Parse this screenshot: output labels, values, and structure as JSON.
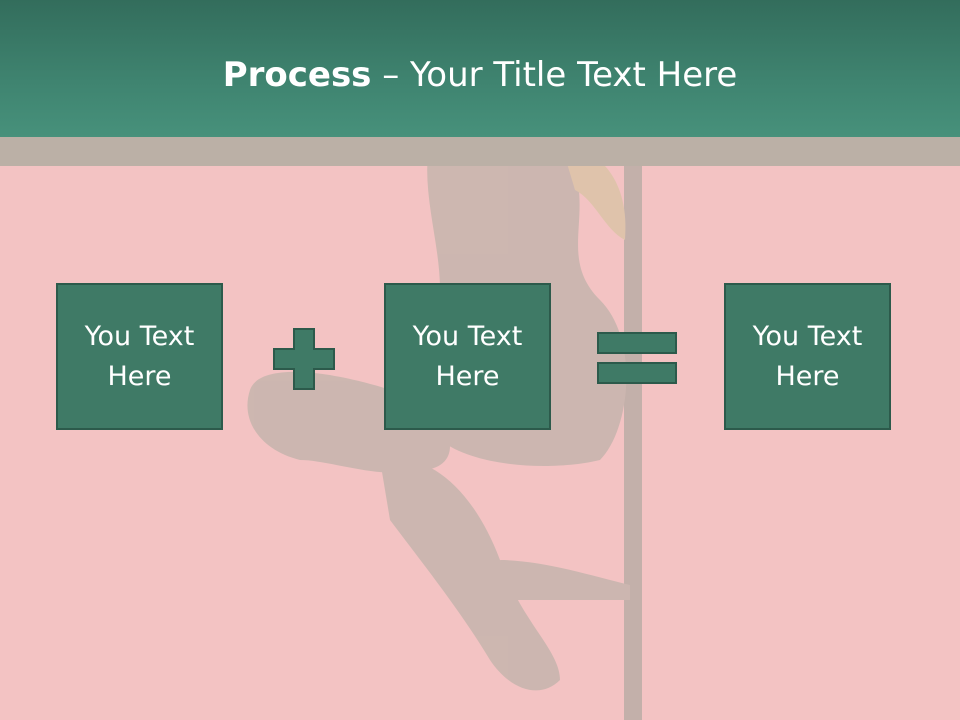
{
  "title": {
    "bold": "Process",
    "rest": " – Your Title Text Here"
  },
  "boxes": [
    {
      "label": "You Text Here"
    },
    {
      "label": "You Text Here"
    },
    {
      "label": "You Text Here"
    }
  ],
  "operators": [
    "plus-icon",
    "equals-icon"
  ],
  "colors": {
    "header": "#3f8470",
    "strip": "#bbb0a6",
    "background": "#f3c3c3",
    "box_fill": "#3f7a66",
    "box_border": "#2c5a4b",
    "operator": "#3f7a66"
  }
}
